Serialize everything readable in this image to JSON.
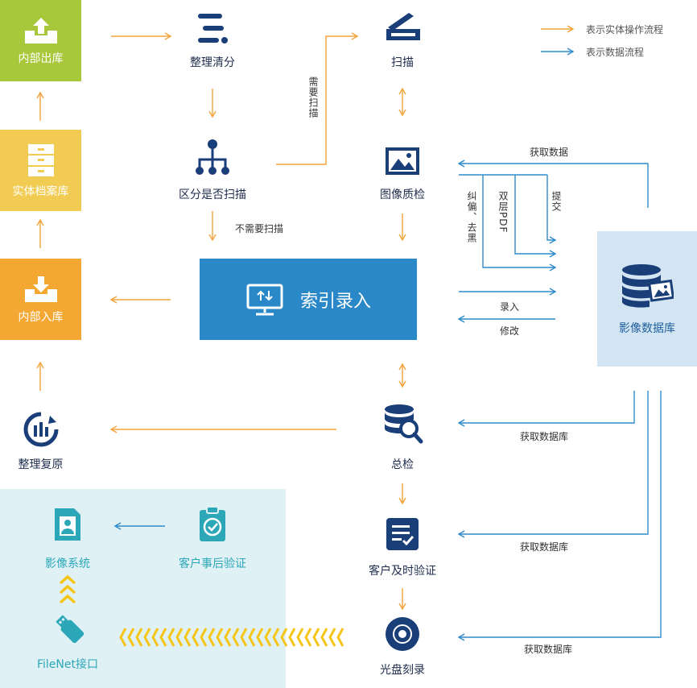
{
  "legend": {
    "physical_flow": "表示实体操作流程",
    "data_flow": "表示数据流程"
  },
  "left_column": {
    "internal_out": "内部出库",
    "archive": "实体档案库",
    "internal_in": "内部入库",
    "restore": "整理复原"
  },
  "middle_column": {
    "sort_list": "整理清分",
    "decide_scan": "区分是否扫描",
    "index_entry": "索引录入",
    "need_scan": "需要扫描",
    "no_scan": "不需要扫描"
  },
  "right_column": {
    "scan": "扫描",
    "image_qc": "图像质检",
    "total_check": "总检",
    "customer_verify": "客户及时验证",
    "disc_burn": "光盘刻录"
  },
  "database": {
    "label": "影像数据库"
  },
  "flow_labels": {
    "get_data": "获取数据",
    "deskew": "纠偏、去黑",
    "dual_pdf": "双层PDF",
    "submit": "提交",
    "entry": "录入",
    "modify": "修改",
    "get_db_1": "获取数据库",
    "get_db_2": "获取数据库",
    "get_db_3": "获取数据库"
  },
  "bottom_left": {
    "image_system": "影像系统",
    "customer_post_verify": "客户事后验证",
    "filenet": "FileNet接口"
  },
  "colors": {
    "orange_arrow": "#f3a33a",
    "blue_arrow": "#2f8bcb",
    "green_box": "#a6c83a",
    "yellow_box": "#f2cc52",
    "orange_box": "#f4a833",
    "index_box": "#2a88c8",
    "db_panel": "#d3e5f2",
    "cyan_panel": "#dff1f5",
    "navy_icon": "#1a3e78"
  },
  "icons": [
    "tray-upload-icon",
    "cabinet-icon",
    "tray-download-icon",
    "chart-cycle-icon",
    "list-icon",
    "hierarchy-icon",
    "monitor-icon",
    "scanner-icon",
    "image-icon",
    "database-search-icon",
    "checklist-icon",
    "disc-icon",
    "database-image-icon",
    "sd-card-icon",
    "clipboard-check-icon",
    "usb-icon"
  ]
}
